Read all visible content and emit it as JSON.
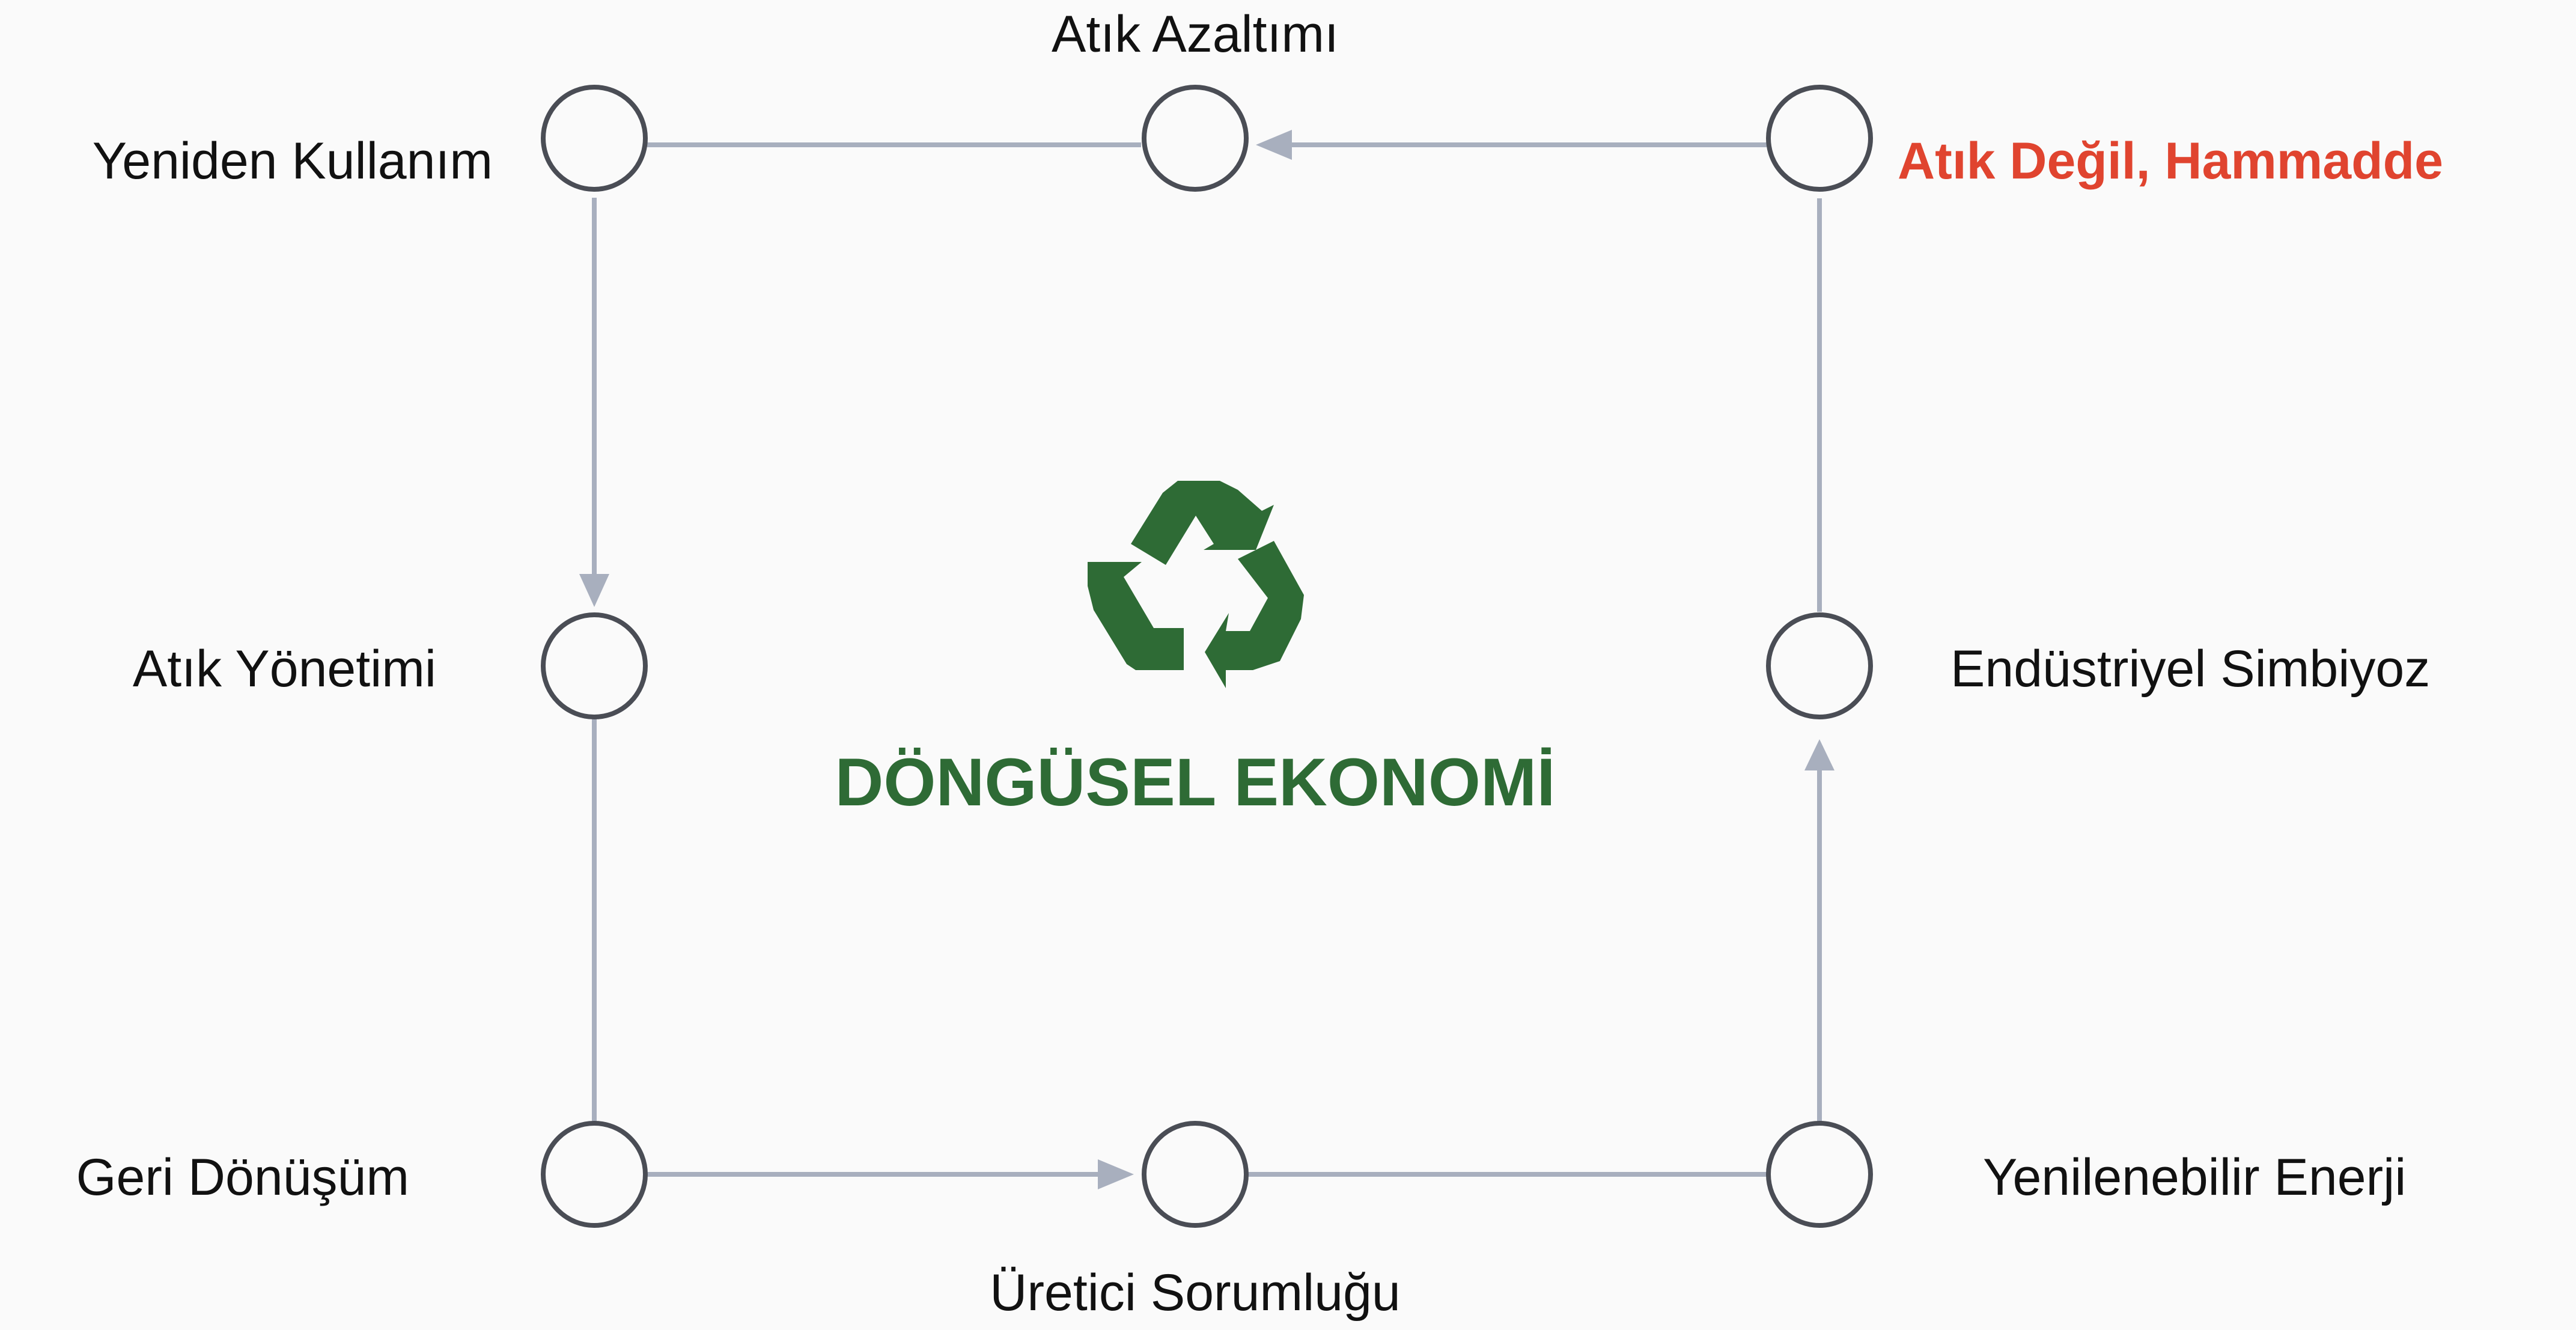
{
  "colors": {
    "background": "#fafafa",
    "node_stroke": "#4a4d55",
    "edge": "#a8afbe",
    "label_text": "#111111",
    "highlight_label": "#e0442f",
    "center_green": "#2e6b35"
  },
  "center": {
    "icon": "recycle-icon",
    "title": "DÖNGÜSEL EKONOMİ"
  },
  "nodes": {
    "reuse": "Yeniden Kullanım",
    "waste_reduction": "Atık Azaltımı",
    "waste_as_raw_material": "Atık Değil, Hammadde",
    "waste_management": "Atık Yönetimi",
    "industrial_symbiosis": "Endüstriyel Simbiyoz",
    "recycling": "Geri Dönüşüm",
    "producer_responsibility": "Üretici Sorumluğu",
    "renewable_energy": "Yenilenebilir Enerji"
  },
  "highlighted_node": "waste_as_raw_material"
}
